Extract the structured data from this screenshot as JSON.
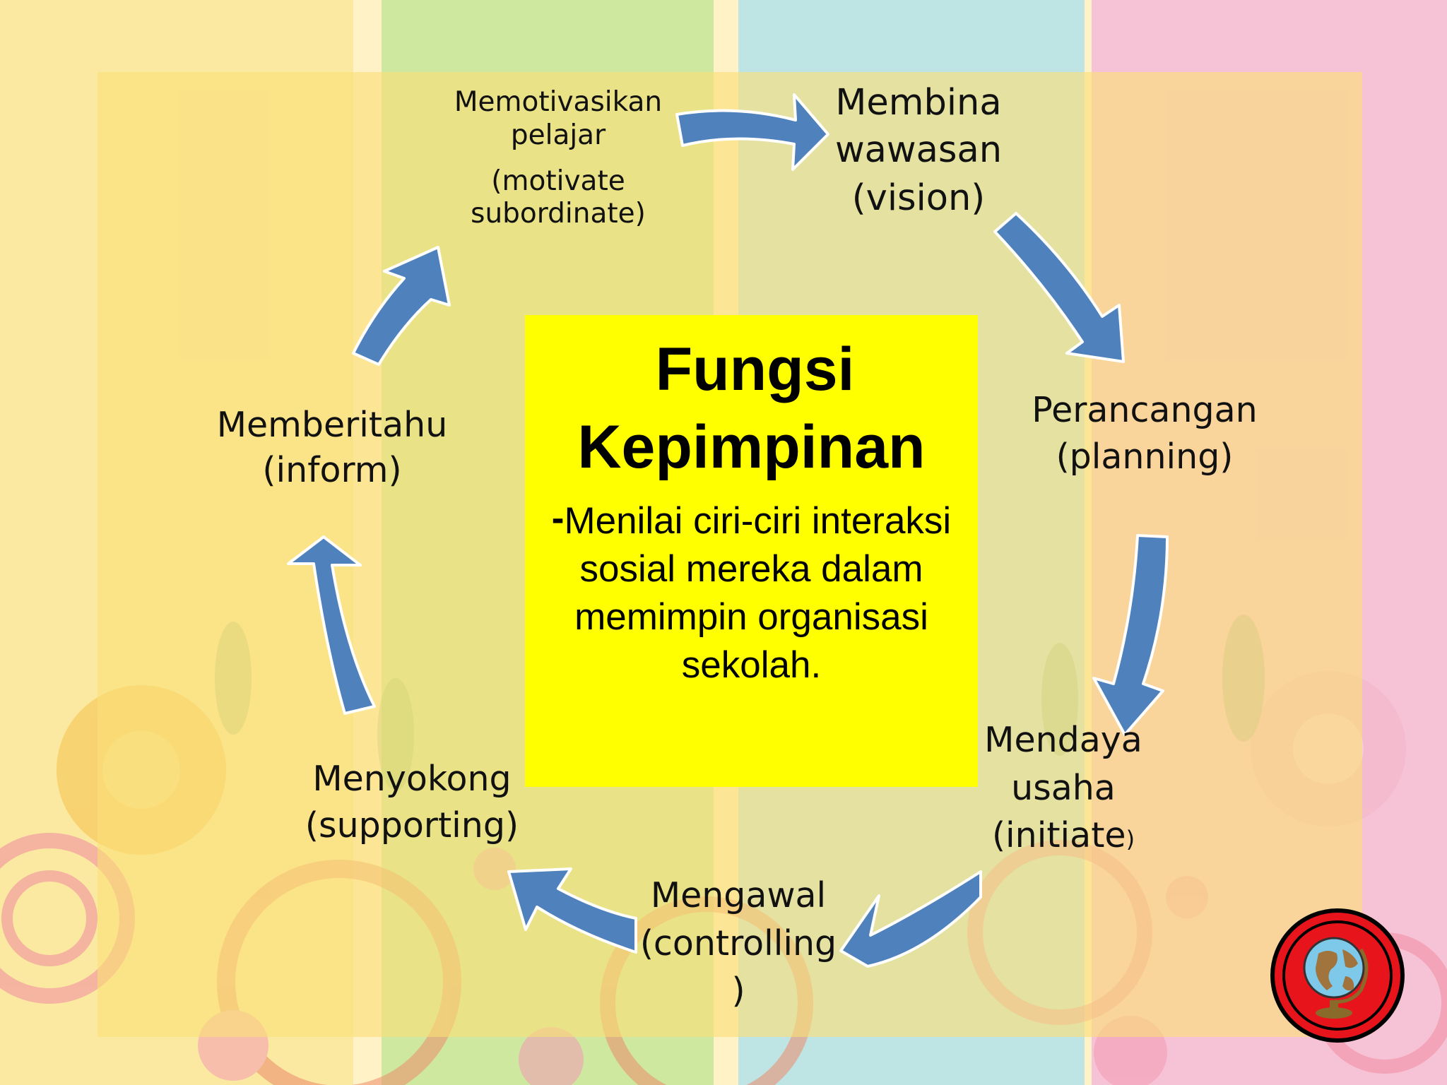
{
  "slide": {
    "title_line1": "Fungsi",
    "title_line2": "Kepimpinan",
    "dash": "-",
    "description_line1": "Menilai ciri-ciri interaksi",
    "description_line2": "sosial mereka dalam",
    "description_line3": "memimpin organisasi",
    "description_line4": "sekolah."
  },
  "cycle": {
    "motivate": {
      "line1": "Memotivasikan",
      "line2": "pelajar",
      "line3": "(motivate",
      "line4": "subordinate)"
    },
    "vision": {
      "line1": "Membina",
      "line2": "wawasan",
      "line3": "(vision)"
    },
    "planning": {
      "line1": "Perancangan",
      "line2": "(planning)"
    },
    "initiate": {
      "line1": "Mendaya",
      "line2": "usaha",
      "line3": "(initiate",
      "line3_close": ")"
    },
    "controlling": {
      "line1": "Mengawal",
      "line2": "(controlling",
      "line3": ")"
    },
    "supporting": {
      "line1": "Menyokong",
      "line2": "(supporting)"
    },
    "inform": {
      "line1": "Memberitahu",
      "line2": "(inform)"
    }
  },
  "colors": {
    "arrow_fill": "#4f81bd",
    "arrow_stroke": "#ffffff",
    "center_box": "#ffff00",
    "panel": "#fade78"
  },
  "icons": {
    "nav": "globe-icon"
  }
}
